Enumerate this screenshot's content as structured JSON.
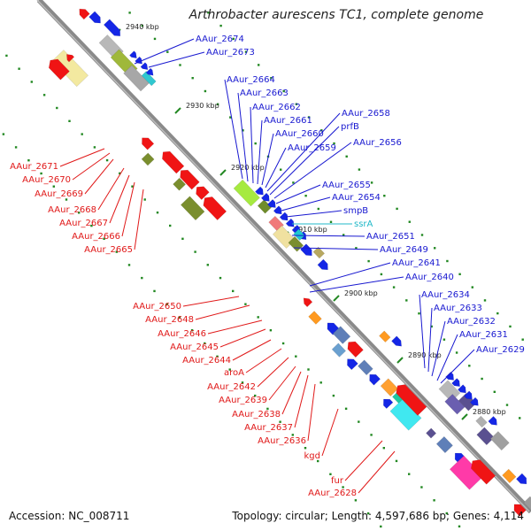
{
  "title": "Arthrobacter aurescens TC1, complete genome",
  "footer": {
    "accession": "Accession: NC_008711",
    "topology": "Topology: circular; Length: 4,597,686 bp; Genes: 4,114"
  },
  "colors": {
    "backbone": "#808080",
    "forward_label": "#1818d0",
    "reverse_label": "#e01818",
    "rna_label": "#20b8c8",
    "tick": "#228822",
    "cds_fwd": "#1020e0",
    "cds_rev": "#ee1111"
  },
  "scale_labels": [
    "2940 kbp",
    "2930 kbp",
    "2920 kbp",
    "2910 kbp",
    "2900 kbp",
    "2890 kbp",
    "2880 kbp"
  ],
  "right_labels": [
    "AAur_2674",
    "AAur_2673",
    "AAur_2664",
    "AAur_2663",
    "AAur_2662",
    "AAur_2661",
    "AAur_2660",
    "AAur_2659",
    "AAur_2658",
    "prfB",
    "AAur_2656",
    "AAur_2655",
    "AAur_2654",
    "smpB",
    "ssrA",
    "AAur_2651",
    "AAur_2649",
    "AAur_2641",
    "AAur_2640",
    "AAur_2634",
    "AAur_2633",
    "AAur_2632",
    "AAur_2631",
    "AAur_2629"
  ],
  "left_labels": [
    "AAur_2671",
    "AAur_2670",
    "AAur_2669",
    "AAur_2668",
    "AAur_2667",
    "AAur_2666",
    "AAur_2665",
    "AAur_2650",
    "AAur_2648",
    "AAur_2646",
    "AAur_2645",
    "AAur_2644",
    "aroA",
    "AAur_2642",
    "AAur_2639",
    "AAur_2638",
    "AAur_2637",
    "AAur_2636",
    "kgd",
    "fur",
    "AAur_2628"
  ]
}
